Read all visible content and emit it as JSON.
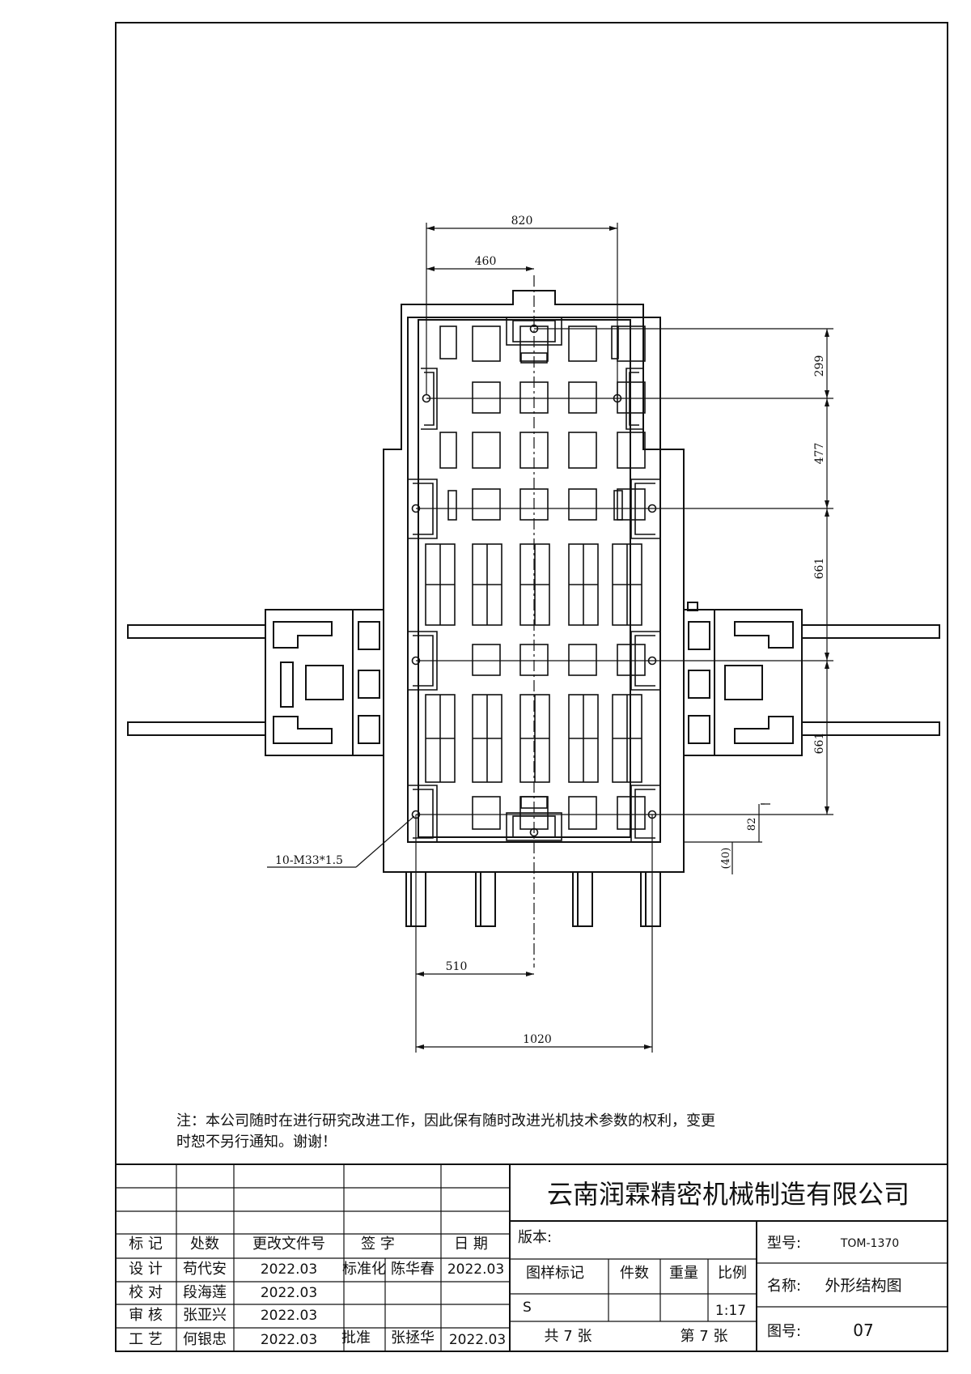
{
  "dimensions": {
    "top_outer": "820",
    "top_inner": "460",
    "right_1": "299",
    "right_2": "477",
    "right_3": "661",
    "right_4": "661",
    "right_small": "82",
    "right_paren": "(40)",
    "bottom_inner": "510",
    "bottom_outer": "1020",
    "thread_callout": "10-M33*1.5"
  },
  "note": {
    "line1": "注：本公司随时在进行研究改进工作，因此保有随时改进光机技术参数的权利，变更",
    "line2": "时恕不另行通知。谢谢！"
  },
  "title_block": {
    "company": "云南润霖精密机械制造有限公司",
    "headers": [
      "标 记",
      "处数",
      "更改文件号",
      "签 字",
      "日 期"
    ],
    "rows": [
      {
        "role": "设 计",
        "name": "苟代安",
        "date": "2022.03"
      },
      {
        "role": "校 对",
        "name": "段海莲",
        "date": "2022.03"
      },
      {
        "role": "审 核",
        "name": "张亚兴",
        "date": "2022.03"
      },
      {
        "role": "工 艺",
        "name": "何银忠",
        "date": "2022.03"
      }
    ],
    "standardization": {
      "label": "标准化",
      "name": "陈华春",
      "date": "2022.03"
    },
    "approval": {
      "label": "批准",
      "name": "张拯华",
      "date": "2022.03"
    },
    "version_label": "版本:",
    "sample_mark_label": "图样标记",
    "quantity_label": "件数",
    "weight_label": "重量",
    "scale_label": "比例",
    "sample_mark_value": "S",
    "scale_value": "1:17",
    "total_sheets": "共 7 张",
    "sheet_number": "第 7 张",
    "model_label": "型号:",
    "model_value": "TOM-1370",
    "name_label": "名称:",
    "name_value": "外形结构图",
    "drawing_no_label": "图号:",
    "drawing_no_value": "07"
  }
}
